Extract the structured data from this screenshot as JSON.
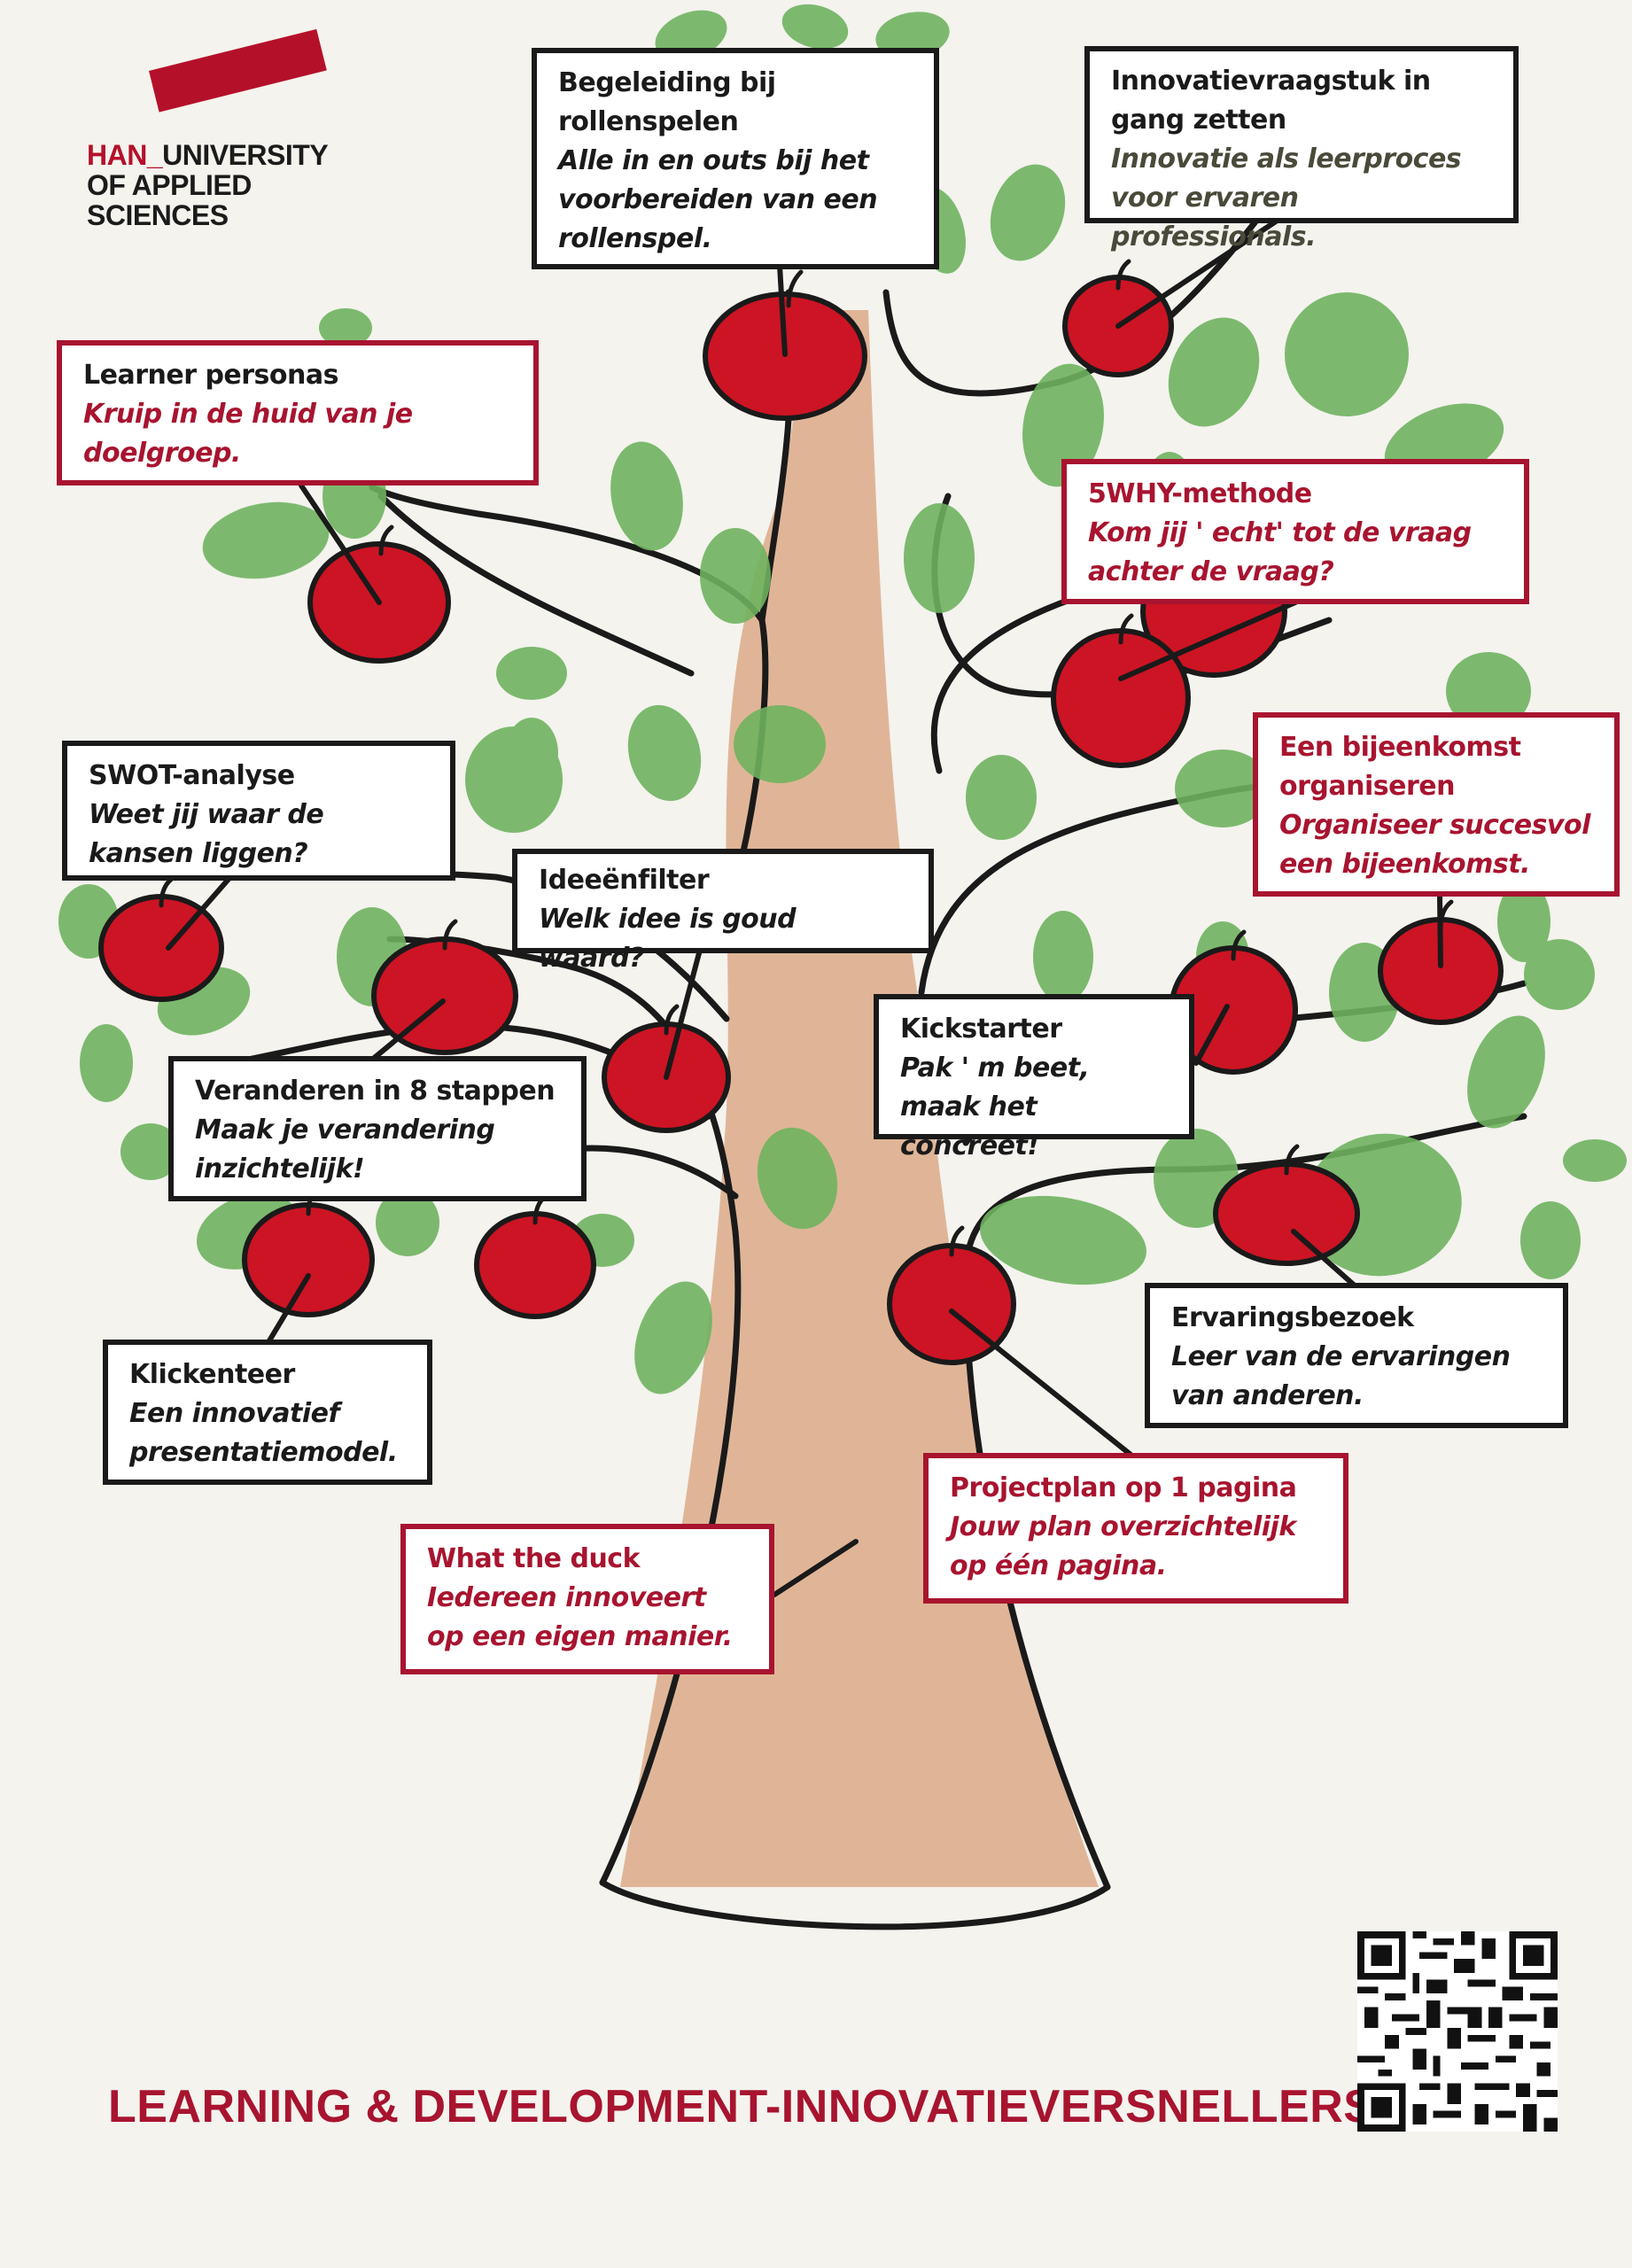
{
  "logo": {
    "line1_red": "HAN_",
    "line1": "UNIVERSITY",
    "line2": "OF APPLIED SCIENCES"
  },
  "cards": [
    {
      "id": "rollenspelen",
      "style": "black",
      "title": "Begeleiding bij rollenspelen",
      "subtitle": "Alle in en outs bij het voorbereiden van een rollenspel."
    },
    {
      "id": "innovatievraagstuk",
      "style": "black",
      "title": "Innovatievraagstuk in gang zetten",
      "subtitle": "Innovatie als leerproces voor ervaren professionals."
    },
    {
      "id": "learner-personas",
      "style": "red",
      "title": "Learner personas",
      "subtitle": "Kruip in de huid van je doelgroep."
    },
    {
      "id": "5why",
      "style": "red",
      "title": "5WHY-methode",
      "subtitle": "Kom jij ' echt' tot de vraag achter de vraag?"
    },
    {
      "id": "swot",
      "style": "black",
      "title": "SWOT-analyse",
      "subtitle": "Weet jij waar de kansen liggen?"
    },
    {
      "id": "bijeenkomst",
      "style": "red",
      "title": "Een bijeenkomst organiseren",
      "subtitle": "Organiseer succesvol een bijeenkomst."
    },
    {
      "id": "ideeenfilter",
      "style": "black",
      "title": "Ideeënfilter",
      "subtitle": "Welk idee is goud  waard?"
    },
    {
      "id": "kickstarter",
      "style": "black",
      "title": "Kickstarter",
      "subtitle": "Pak ' m beet, maak het concreet!"
    },
    {
      "id": "veranderen",
      "style": "black",
      "title": "Veranderen in 8 stappen",
      "subtitle": "Maak je verandering inzichtelijk!"
    },
    {
      "id": "ervaringsbezoek",
      "style": "black",
      "title": "Ervaringsbezoek",
      "subtitle": "Leer van de ervaringen van anderen."
    },
    {
      "id": "klickenteer",
      "style": "black",
      "title": "Klickenteer",
      "subtitle": "Een innovatief presentatiemodel."
    },
    {
      "id": "projectplan",
      "style": "red",
      "title": "Projectplan op 1 pagina",
      "subtitle": "Jouw plan overzichtelijk op één pagina."
    },
    {
      "id": "what-the-duck",
      "style": "red",
      "title": "What the duck",
      "subtitle": "Iedereen innoveert op een eigen manier."
    }
  ],
  "footer": {
    "title": "LEARNING & DEVELOPMENT-INNOVATIEVERSNELLERS"
  },
  "colors": {
    "apple": "#cc1424",
    "leaf": "#6fb35f",
    "trunk": "#d9a079",
    "accent": "#a8142f",
    "outline": "#1a1a1a"
  },
  "icons": [
    "qr-code-icon"
  ]
}
